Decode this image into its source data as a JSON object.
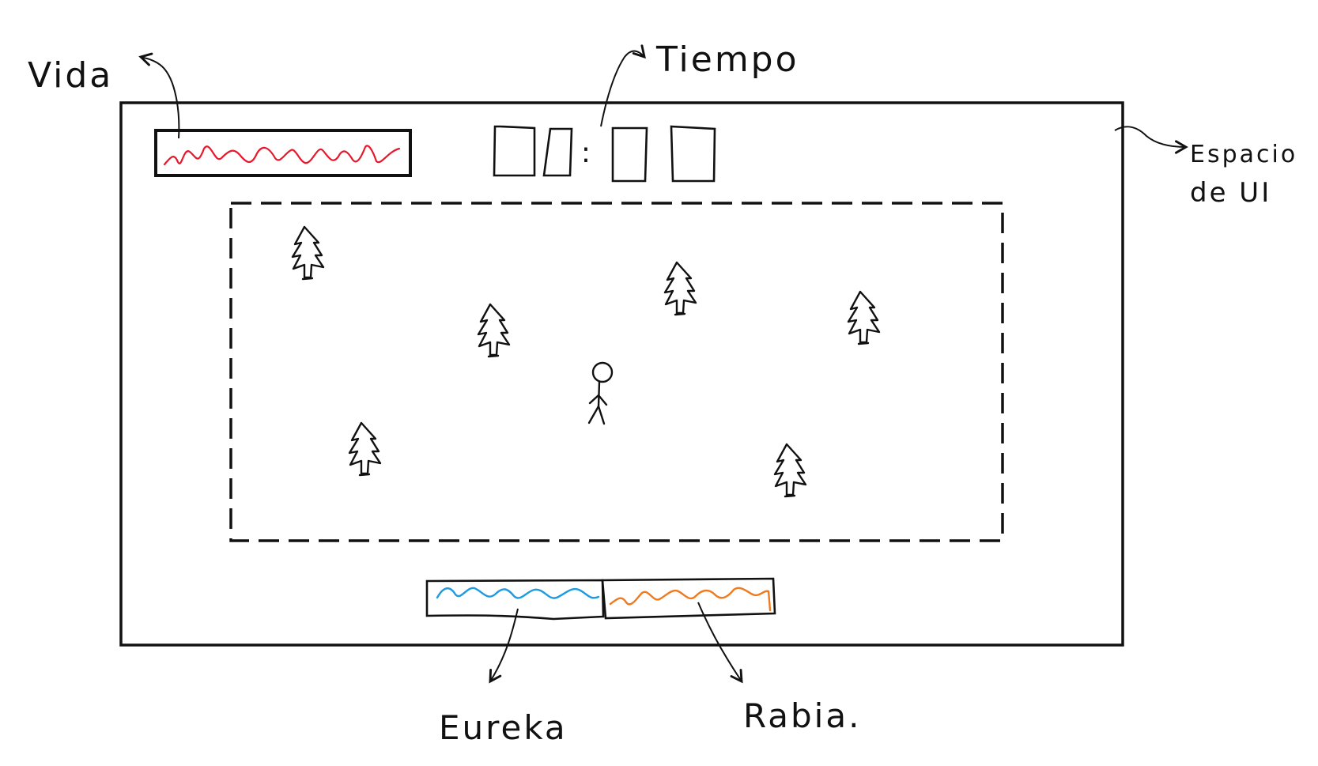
{
  "labels": {
    "vida": "Vida",
    "tiempo": "Tiempo",
    "espacio_line1": "Espacio",
    "espacio_line2": "de UI",
    "eureka": "Eureka",
    "rabia": "Rabia."
  },
  "timer": {
    "separator": ":"
  },
  "colors": {
    "outline": "#111111",
    "vida_scribble": "#e8182c",
    "eureka_scribble": "#1e9be0",
    "rabia_scribble": "#f07a1e"
  },
  "icons": {
    "tree": "tree-icon",
    "player": "stick-figure-icon"
  }
}
